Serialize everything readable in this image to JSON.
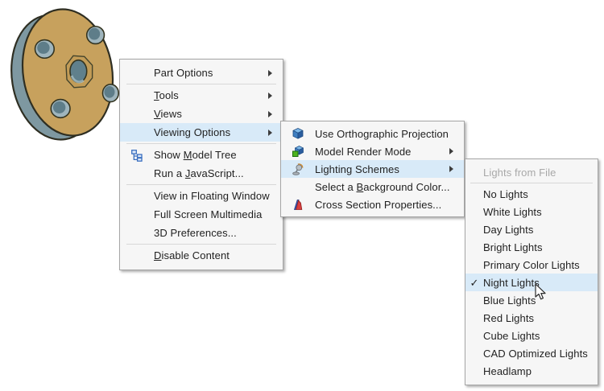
{
  "colors": {
    "menu_bg": "#f6f6f6",
    "menu_border": "#a6a6a6",
    "highlight": "#d8eaf8",
    "text": "#1f1f1f",
    "disabled_text": "#a8a8a8",
    "flange_face": "#c7a15d",
    "flange_rim": "#7e98a1",
    "hole_dark": "#5e7d89",
    "hole_light": "#9fb5bd"
  },
  "model": {
    "name": "3D flange part with bolt holes"
  },
  "menus": {
    "context": {
      "items": [
        {
          "label": "Part Options",
          "submenu": true
        },
        {
          "type": "separator"
        },
        {
          "label": "Tools",
          "underline": "T",
          "submenu": true
        },
        {
          "label": "Views",
          "underline": "V",
          "submenu": true
        },
        {
          "label": "Viewing Options",
          "submenu": true,
          "highlighted": true
        },
        {
          "type": "separator"
        },
        {
          "label": "Show Model Tree",
          "underline": "M",
          "icon": "model-tree-icon"
        },
        {
          "label": "Run a JavaScript...",
          "underline": "J"
        },
        {
          "type": "separator"
        },
        {
          "label": "View in Floating Window"
        },
        {
          "label": "Full Screen Multimedia"
        },
        {
          "label": "3D Preferences..."
        },
        {
          "type": "separator"
        },
        {
          "label": "Disable Content",
          "underline": "D"
        }
      ]
    },
    "viewing_options": {
      "items": [
        {
          "label": "Use Orthographic Projection",
          "icon": "orthographic-cube-icon"
        },
        {
          "label": "Model Render Mode",
          "icon": "render-mode-icon",
          "submenu": true
        },
        {
          "label": "Lighting Schemes",
          "icon": "lighting-schemes-icon",
          "submenu": true,
          "highlighted": true
        },
        {
          "label": "Select a Background Color...",
          "underline": "B"
        },
        {
          "label": "Cross Section Properties...",
          "icon": "cross-section-icon"
        }
      ]
    },
    "lighting_schemes": {
      "items": [
        {
          "label": "Lights from File",
          "disabled": true
        },
        {
          "type": "separator"
        },
        {
          "label": "No Lights"
        },
        {
          "label": "White Lights"
        },
        {
          "label": "Day Lights"
        },
        {
          "label": "Bright Lights"
        },
        {
          "label": "Primary Color Lights"
        },
        {
          "label": "Night Lights",
          "checked": true,
          "highlighted": true
        },
        {
          "label": "Blue Lights"
        },
        {
          "label": "Red Lights"
        },
        {
          "label": "Cube Lights"
        },
        {
          "label": "CAD Optimized Lights"
        },
        {
          "label": "Headlamp"
        }
      ]
    }
  }
}
